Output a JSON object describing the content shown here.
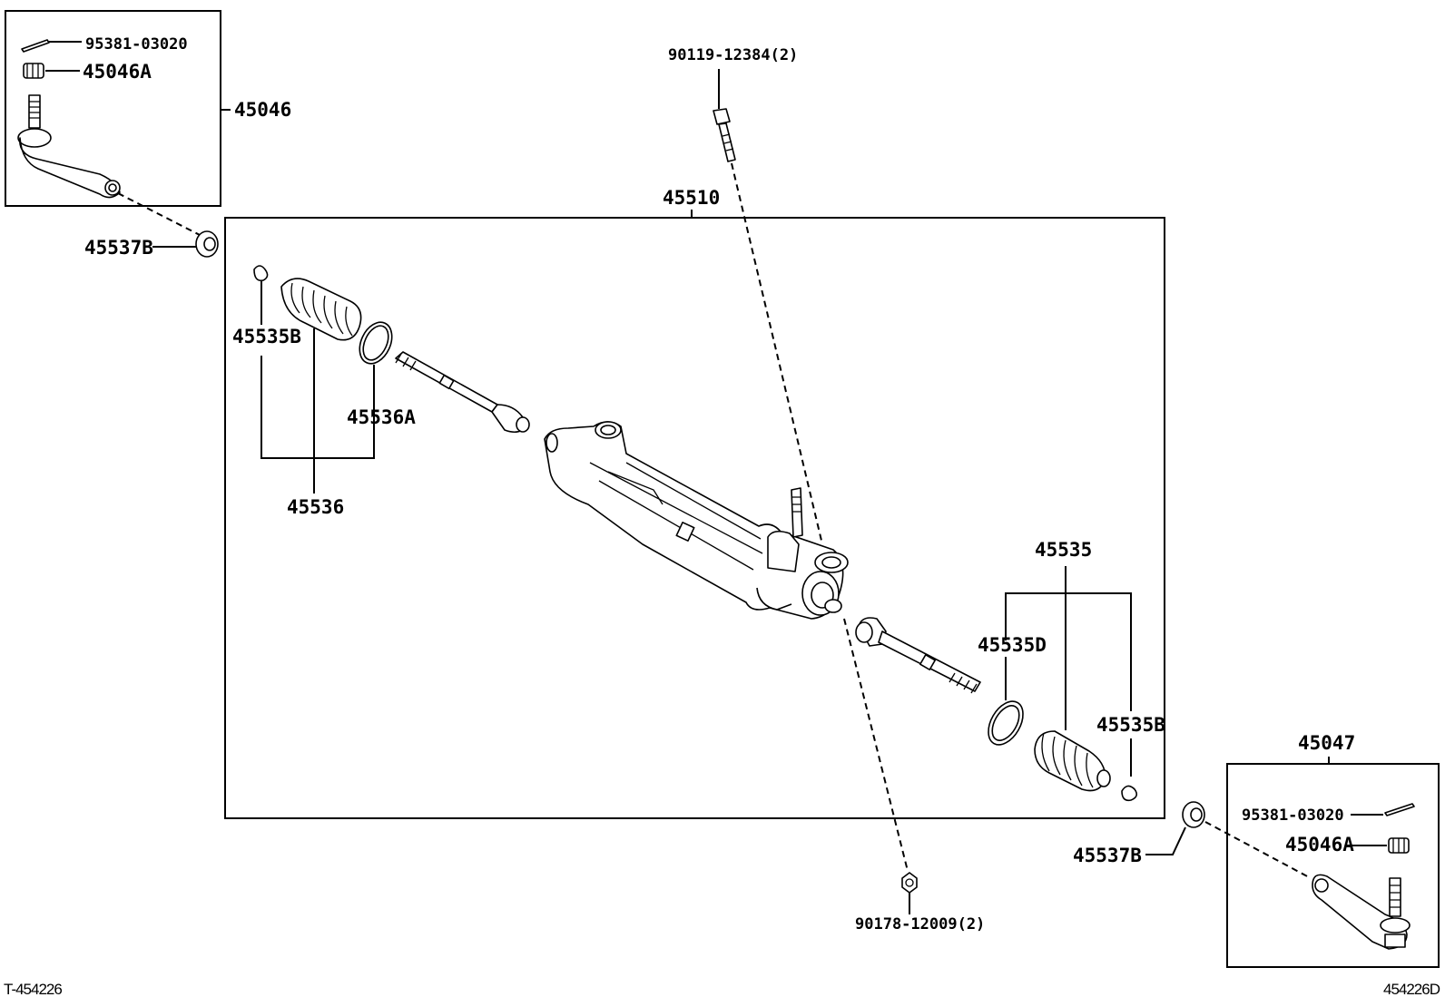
{
  "labels": {
    "box_left": "45046",
    "pin_left": "95381-03020",
    "nut_left": "45046A",
    "washer_left": "45537B",
    "clip_left": "45535B",
    "band_left": "45536A",
    "boot_left_kit": "45536",
    "assembly": "45510",
    "bolt_top": "90119-12384(2)",
    "kit_right": "45535",
    "band_right": "45535D",
    "clip_right": "45535B",
    "box_right": "45047",
    "pin_right": "95381-03020",
    "nut_right": "45046A",
    "washer_right": "45537B",
    "nut_bottom": "90178-12009(2)"
  },
  "footer": {
    "left_code": "T-454226",
    "right_code": "454226D"
  }
}
